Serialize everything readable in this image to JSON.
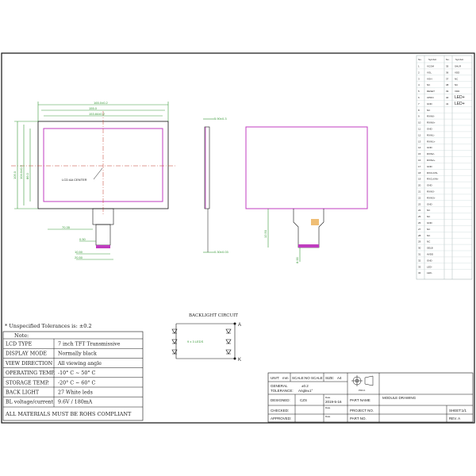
{
  "drawing": {
    "background": "#ffffff",
    "line_color": "#111111",
    "dim_color": "#3a9a3a",
    "outline_color": "#c03cc0",
    "pin_text_color": "#c03cc0"
  },
  "front_view": {
    "dims": [
      "165.0±0.2",
      "155.0",
      "153.84±0.2",
      "105.0",
      "104.0±0.3",
      "86.0",
      "70.35",
      "0.50",
      "10.50",
      "20.50"
    ],
    "center_label": "LCD AA CENTER"
  },
  "side_view": {
    "dims": [
      "5.90±0.3",
      "0.30±0.03"
    ]
  },
  "back_view": {
    "dims": [
      "12.50",
      "8.00"
    ]
  },
  "pin_table": {
    "header": [
      "No.",
      "Symbol",
      "No.",
      "Symbol"
    ],
    "left_symbols": [
      "VCOM",
      "VGL",
      "VGH",
      "NC",
      "RESET",
      "UPDN",
      "GND",
      "NC",
      "RXIN0-",
      "RXIN0+",
      "GND",
      "RXIN1-",
      "RXIN1+",
      "GND",
      "RXIN2-",
      "RXIN2+",
      "GND",
      "RXCLKIN-",
      "RXCLKIN+",
      "GND",
      "RXIN3-",
      "RXIN3+",
      "GND",
      "NC",
      "NC",
      "GND",
      "NC",
      "NC",
      "NC",
      "SELB",
      "AVDD",
      "GND",
      "LED-",
      "LED-"
    ],
    "right_symbols": [
      "SHLR",
      "VDD",
      "NC",
      "NC",
      "VDD",
      "LED+",
      "LED+"
    ]
  },
  "backlight": {
    "title": "BACKLIGHT CIRCUIT",
    "anode": "A",
    "cathode": "K",
    "note": "9 x 3 LEDS"
  },
  "spec": {
    "tolerance": "* Unspecified Tolerances is: ±0.2",
    "note_header": "Note:",
    "rows": [
      {
        "label": "LCD TYPE",
        "value": "7 inch TFT Transmissive"
      },
      {
        "label": "DISPLAY MODE",
        "value": "Normally black"
      },
      {
        "label": "VIEW DIRECTION",
        "value": "All viewing angle"
      },
      {
        "label": "OPERATING TEMP.",
        "value": "-10° C ~ 50° C"
      },
      {
        "label": "STORAGE TEMP.",
        "value": "-20° C ~ 60° C"
      },
      {
        "label": "BACK LIGHT",
        "value": "27 White leds"
      },
      {
        "label": "BL voltage/current",
        "value": "9.6V / 180mA"
      }
    ],
    "rohs": "ALL MATERIALS MUST BE ROHS COMPLIANT"
  },
  "title_block": {
    "unit_label": "UNIT:",
    "unit": "mm",
    "scale_label": "SCALE:NO SCALE",
    "size_label": "SIZE:",
    "size": "A4",
    "general_label": "GENERAL",
    "tolerance_label": "TOLERANCE:",
    "tolerance_value": "±0.2",
    "angle_value": "Angle±1°",
    "designed_label": "DESIGNED:",
    "designed_by": "CZS",
    "date_label": "Date",
    "date": "2019-5-16",
    "checked_label": "CHECKED:",
    "approved_label": "APPROVED:",
    "part_name_label": "PART NAME",
    "part_name": "MODULE DRAWING",
    "project_no_label": "PROJECT NO.",
    "part_no_label": "PART NO.",
    "sheet": "SHEET:1/1",
    "rev": "REV. A",
    "projection_label": "PROJ."
  }
}
